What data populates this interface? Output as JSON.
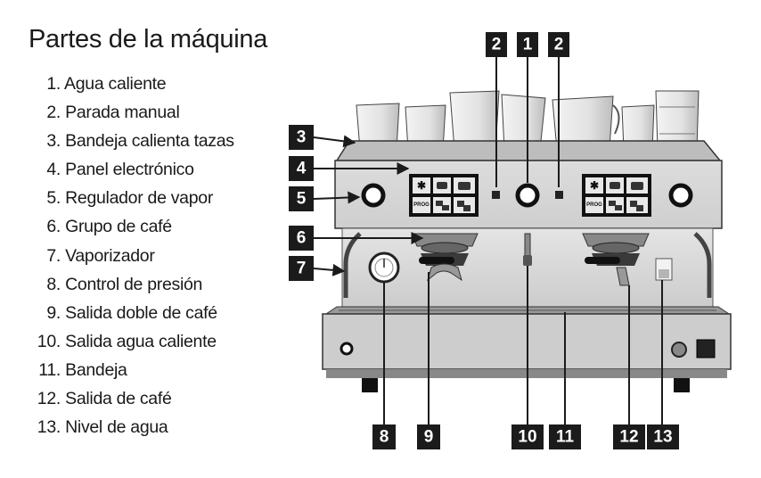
{
  "title": "Partes de la máquina",
  "legend": [
    {
      "num": "1.",
      "label": "Agua caliente"
    },
    {
      "num": "2.",
      "label": "Parada manual"
    },
    {
      "num": "3.",
      "label": "Bandeja calienta tazas"
    },
    {
      "num": "4.",
      "label": "Panel electrónico"
    },
    {
      "num": "5.",
      "label": "Regulador de vapor"
    },
    {
      "num": "6.",
      "label": "Grupo de café"
    },
    {
      "num": "7.",
      "label": "Vaporizador"
    },
    {
      "num": "8.",
      "label": "Control de presión"
    },
    {
      "num": "9.",
      "label": "Salida doble de café"
    },
    {
      "num": "10.",
      "label": "Salida agua caliente"
    },
    {
      "num": "11.",
      "label": "Bandeja"
    },
    {
      "num": "12.",
      "label": "Salida de café"
    },
    {
      "num": "13.",
      "label": "Nivel de agua"
    }
  ],
  "callouts": {
    "top_2a": "2",
    "top_1": "1",
    "top_2b": "2",
    "left_3": "3",
    "left_4": "4",
    "left_5": "5",
    "left_6": "6",
    "left_7": "7",
    "bottom_8": "8",
    "bottom_9": "9",
    "bottom_10": "10",
    "bottom_11": "11",
    "bottom_12": "12",
    "bottom_13": "13"
  },
  "panel_label": "PROG",
  "colors": {
    "callout_bg": "#1b1b1b",
    "callout_text": "#ffffff",
    "machine_body": "#d6d6d6",
    "machine_dark": "#6e6e6e"
  }
}
